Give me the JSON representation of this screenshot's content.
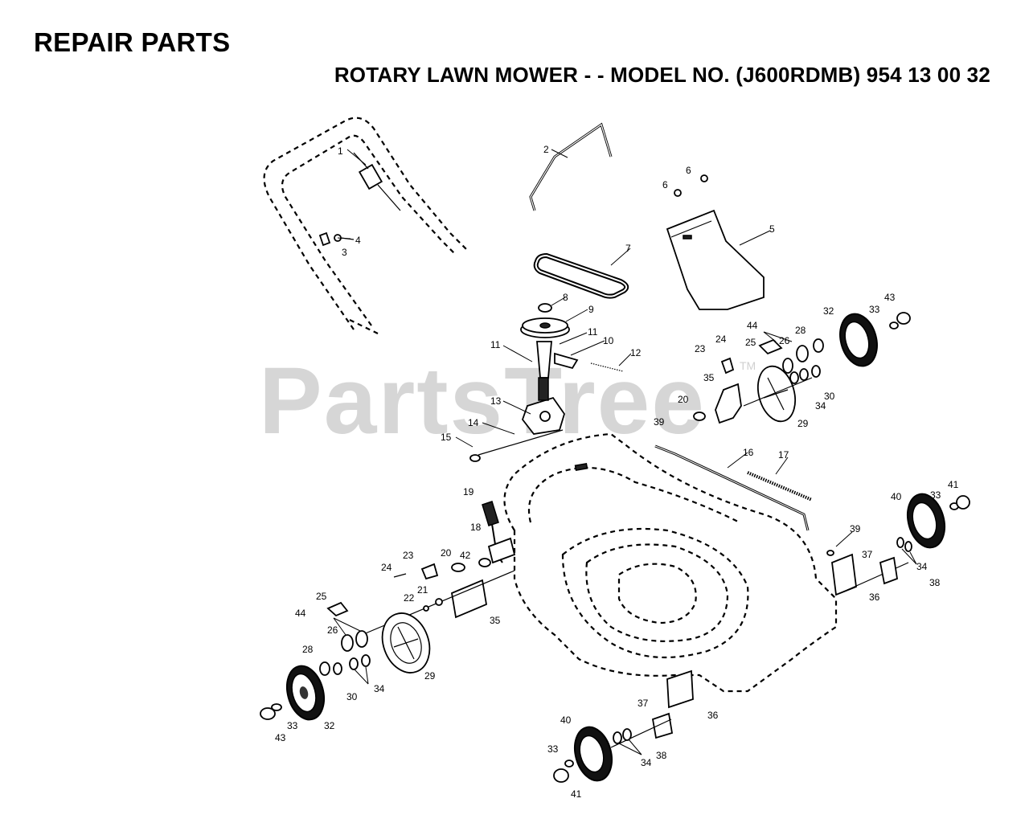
{
  "title": "REPAIR PARTS",
  "subtitle": "ROTARY LAWN MOWER - - MODEL NO. (J600RDMB) 954 13 00 32",
  "watermark": {
    "text": "PartsTree",
    "tm": "TM"
  },
  "callouts": [
    "1",
    "2",
    "3",
    "4",
    "5",
    "6",
    "6",
    "7",
    "8",
    "9",
    "10",
    "11",
    "11",
    "12",
    "13",
    "14",
    "15",
    "16",
    "17",
    "18",
    "19",
    "20",
    "20",
    "21",
    "22",
    "23",
    "23",
    "24",
    "24",
    "25",
    "25",
    "26",
    "26",
    "28",
    "28",
    "29",
    "29",
    "30",
    "30",
    "32",
    "32",
    "33",
    "33",
    "33",
    "33",
    "34",
    "34",
    "34",
    "34",
    "35",
    "35",
    "36",
    "36",
    "37",
    "37",
    "38",
    "38",
    "39",
    "39",
    "40",
    "40",
    "41",
    "41",
    "42",
    "43",
    "43",
    "44",
    "44"
  ]
}
